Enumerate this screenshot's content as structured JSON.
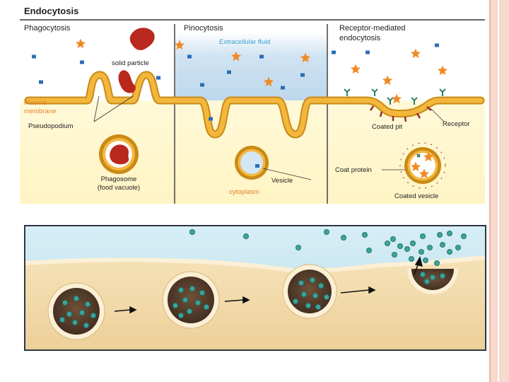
{
  "title": "Endocytosis",
  "sections": {
    "phago": "Phagocytosis",
    "pino": "Pinocytosis",
    "receptor_line1": "Receptor-mediated",
    "receptor_line2": "endocytosis"
  },
  "labels": {
    "solid_particle": "solid particle",
    "plasma_line1": "Plasma",
    "plasma_line2": "membrane",
    "pseudopodium": "Pseudopodium",
    "phagosome_line1": "Phagosome",
    "phagosome_line2": "(food vacuole)",
    "extracellular": "Extracellular fluid",
    "vesicle": "Vesicle",
    "cytoplasm": "cytoplasm",
    "coated_pit": "Coated pit",
    "receptor": "Receptor",
    "coat_protein": "Coat protein",
    "coated_vesicle": "Coated vesicle"
  },
  "colors": {
    "membrane": "#f4b73e",
    "membrane_edge": "#c98a16",
    "particle": "#b8281c",
    "star": "#f08a24",
    "square": "#2b6db3",
    "fluid": "#d2e6f3",
    "cytoplasm": "#fff6cf",
    "cell_tan": "#f2ddb1",
    "bead": "#3aa39a",
    "vesicle_dark": "#5b4230"
  }
}
